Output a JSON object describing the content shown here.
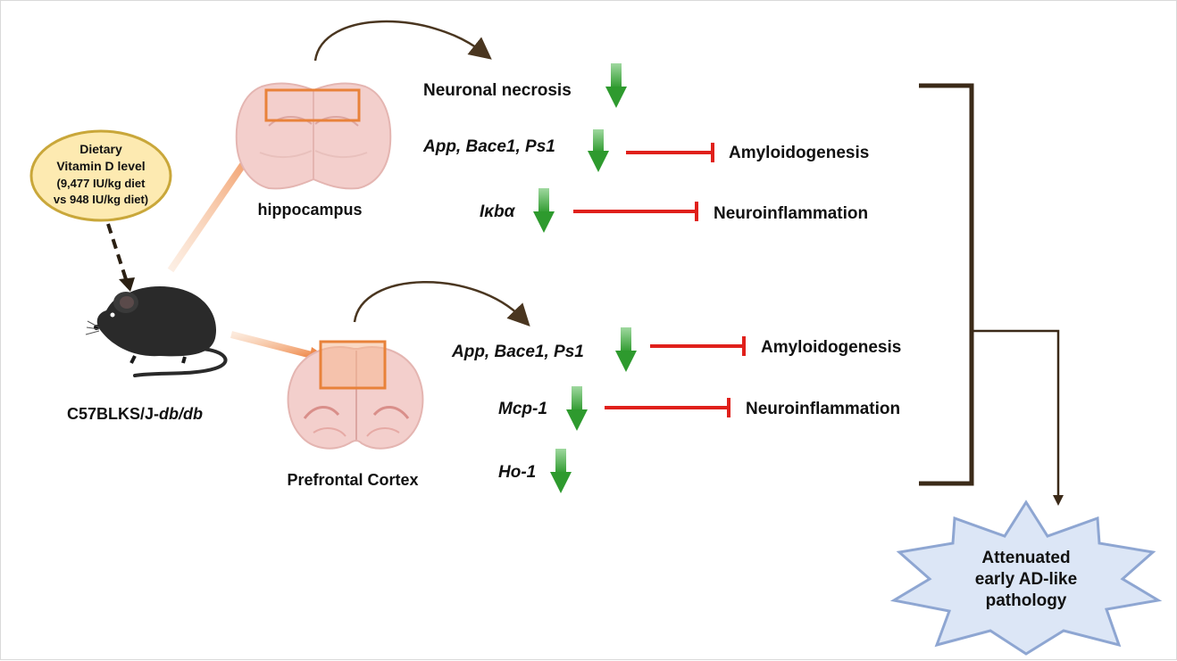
{
  "diet": {
    "line1": "Dietary",
    "line2": "Vitamin D level",
    "line3": "(9,477 IU/kg diet",
    "line4": "vs 948 IU/kg diet)"
  },
  "mouse": {
    "strain_prefix": "C57BLKS/J-",
    "strain_italic": "db/db"
  },
  "regions": {
    "hippocampus": "hippocampus",
    "prefrontal": "Prefrontal Cortex"
  },
  "hippocampus_effects": {
    "necrosis": "Neuronal necrosis",
    "genes": "App, Bace1, Ps1",
    "ikba": "Iκbα",
    "amyloid": "Amyloidogenesis",
    "neuroinflammation": "Neuroinflammation"
  },
  "cortex_effects": {
    "genes": "App, Bace1, Ps1",
    "mcp1": "Mcp-1",
    "ho1": "Ho-1",
    "amyloid": "Amyloidogenesis",
    "neuroinflammation": "Neuroinflammation"
  },
  "outcome": {
    "line1": "Attenuated",
    "line2": "early AD-like",
    "line3": "pathology"
  },
  "colors": {
    "down_arrow": "#3aa23a",
    "inhibition": "#e0201b",
    "bracket": "#3b2a18",
    "highlight_box": "#e8823a",
    "diet_fill": "#fdeab1",
    "diet_stroke": "#c9a73a",
    "star_fill": "#dce6f6",
    "star_stroke": "#8ea6d2"
  }
}
